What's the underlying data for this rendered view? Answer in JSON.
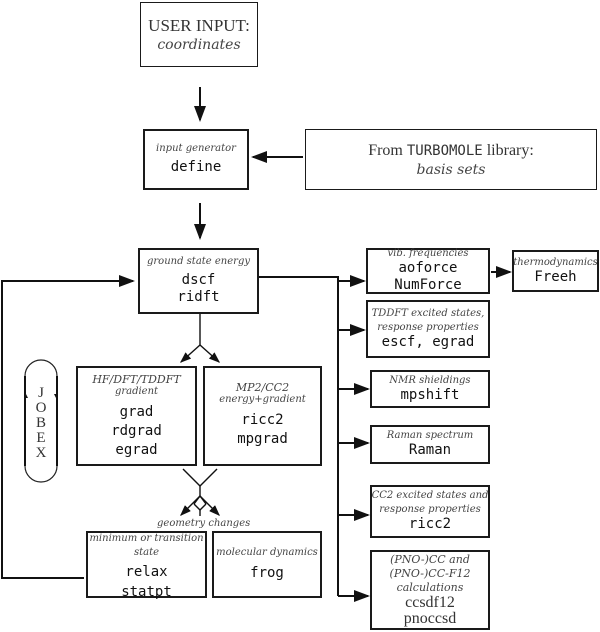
{
  "user_input": {
    "title": "USER INPUT:",
    "subtitle": "coordinates"
  },
  "define": {
    "caption": "input generator",
    "program": "define"
  },
  "library": {
    "prefix": "From ",
    "name": "TURBOMOLE",
    "suffix": " library:",
    "subtitle": "basis sets"
  },
  "ground_state": {
    "caption": "ground state energy",
    "programs": [
      "dscf",
      "ridft"
    ]
  },
  "hf_dft": {
    "caption1": "HF/DFT/TDDFT",
    "caption2": "gradient",
    "programs": [
      "grad",
      "rdgrad",
      "egrad"
    ]
  },
  "mp2_cc2": {
    "caption1": "MP2/CC2",
    "caption2": "energy+gradient",
    "programs": [
      "ricc2",
      "mpgrad"
    ]
  },
  "jobex": {
    "letters": [
      "J",
      "O",
      "B",
      "E",
      "X"
    ]
  },
  "geometry_label": "geometry changes",
  "relax": {
    "caption1": "minimum or transition",
    "caption2": "state",
    "programs": [
      "relax",
      "statpt"
    ]
  },
  "frog": {
    "caption": "molecular dynamics",
    "program": "frog"
  },
  "vib": {
    "caption": "vib. frequencies",
    "programs": [
      "aoforce",
      "NumForce"
    ]
  },
  "freeh": {
    "caption": "thermodynamics",
    "program": "Freeh"
  },
  "tddft": {
    "caption1": "TDDFT excited states,",
    "caption2": "response properties",
    "program": "escf, egrad"
  },
  "nmr": {
    "caption": "NMR shieldings",
    "program": "mpshift"
  },
  "raman": {
    "caption": "Raman spectrum",
    "program": "Raman"
  },
  "cc2": {
    "caption1": "CC2 excited states and",
    "caption2": "response properties",
    "program": "ricc2"
  },
  "pno": {
    "caption1": "(PNO-)CC and",
    "caption2": "(PNO-)CC-F12",
    "caption3": "calculations",
    "programs": [
      "ccsdf12",
      "pnoccsd"
    ]
  }
}
